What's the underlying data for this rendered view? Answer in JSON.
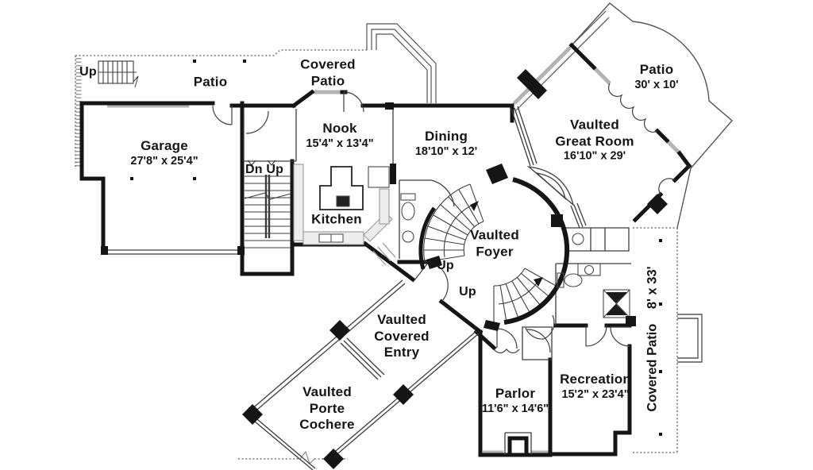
{
  "colors": {
    "ink": "#141414",
    "hatch": "#aaaaaa",
    "background": "#ffffff"
  },
  "rooms": {
    "up_top_left": {
      "label": "Up"
    },
    "patio_top_left": {
      "name": "Patio"
    },
    "covered_patio_top": {
      "line1": "Covered",
      "line2": "Patio"
    },
    "garage": {
      "name": "Garage",
      "dims": "27'8\" x 25'4\""
    },
    "nook": {
      "name": "Nook",
      "dims": "15'4\" x 13'4\""
    },
    "stairs_main": {
      "label": "Dn Up"
    },
    "kitchen": {
      "name": "Kitchen"
    },
    "dining": {
      "name": "Dining",
      "dims": "18'10\" x 12'"
    },
    "patio_right": {
      "name": "Patio",
      "dims": "30' x 10'"
    },
    "great_room": {
      "line1": "Vaulted",
      "line2": "Great Room",
      "dims": "16'10\" x 29'"
    },
    "foyer": {
      "line1": "Vaulted",
      "line2": "Foyer"
    },
    "foyer_up_left": {
      "label": "Up"
    },
    "foyer_up_right": {
      "label": "Up"
    },
    "covered_entry": {
      "line1": "Vaulted",
      "line2": "Covered",
      "line3": "Entry"
    },
    "porte_cochere": {
      "line1": "Vaulted",
      "line2": "Porte",
      "line3": "Cochere"
    },
    "parlor": {
      "name": "Parlor",
      "dims": "11'6\" x 14'6\""
    },
    "recreation": {
      "name": "Recreation",
      "dims": "15'2\" x 23'4\""
    },
    "covered_patio_right": {
      "name": "Covered Patio",
      "dims": "8' x 33'"
    }
  }
}
